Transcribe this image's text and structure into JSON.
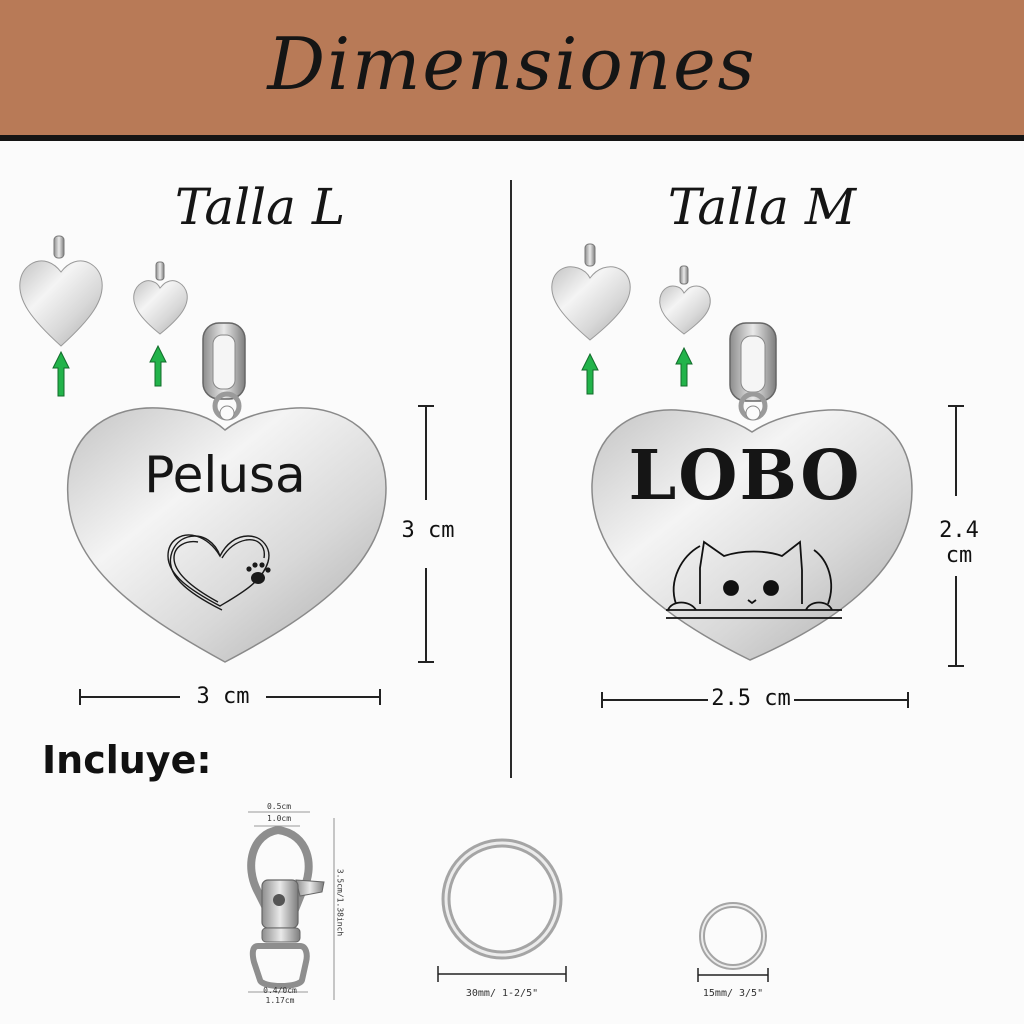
{
  "header": {
    "title": "Dimensiones",
    "background": "#b87a57"
  },
  "sizes": [
    {
      "title": "Talla L",
      "engraving": "Pelusa",
      "height_label": "3 cm",
      "width_label": "3 cm"
    },
    {
      "title": "Talla M",
      "engraving": "LOBO",
      "height_label": "2.4 cm",
      "width_label": "2.5 cm"
    }
  ],
  "includes": {
    "label": "Incluye:",
    "clasp_labels": {
      "top_outer": "0.5cm",
      "top_inner": "1.0cm",
      "height": "3.5cm/1.38inch",
      "bottom_outer": "0.4/0cm",
      "bottom_inner": "1.17cm"
    },
    "ring_large_label": "30mm/ 1-2/5\"",
    "ring_small_label": "15mm/ 3/5\""
  },
  "colors": {
    "arrow": "#22b34a",
    "steel": "#cfcfcf"
  }
}
